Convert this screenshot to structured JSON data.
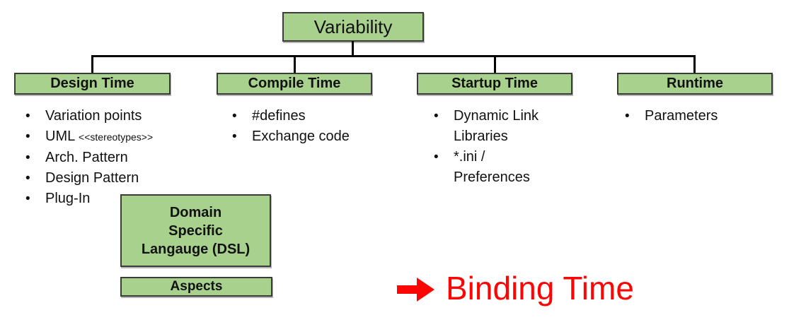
{
  "slide": {
    "root_label": "Variability",
    "branches": [
      {
        "title": "Design Time",
        "items": [
          "Variation points",
          "UML",
          "Arch. Pattern",
          "Design Pattern",
          "Plug-In"
        ],
        "uml_annotation": "<<stereotypes>>"
      },
      {
        "title": "Compile Time",
        "items": [
          "#defines",
          "Exchange code"
        ]
      },
      {
        "title": "Startup Time",
        "items": [
          "Dynamic Link Libraries",
          "*.ini / Preferences"
        ]
      },
      {
        "title": "Runtime",
        "items": [
          "Parameters"
        ]
      }
    ],
    "dsl_box_text": "Domain\nSpecific\nLangauge (DSL)",
    "aspects_label": "Aspects",
    "annotation": {
      "icon": "arrow-right-icon",
      "label": "Binding Time",
      "color": "#fb0505"
    },
    "bullet_char": "•",
    "colors": {
      "node_fill": "#a9d18e",
      "node_border": "#3b3b3b",
      "connector": "#000000",
      "annotation_red": "#fb0505"
    }
  }
}
